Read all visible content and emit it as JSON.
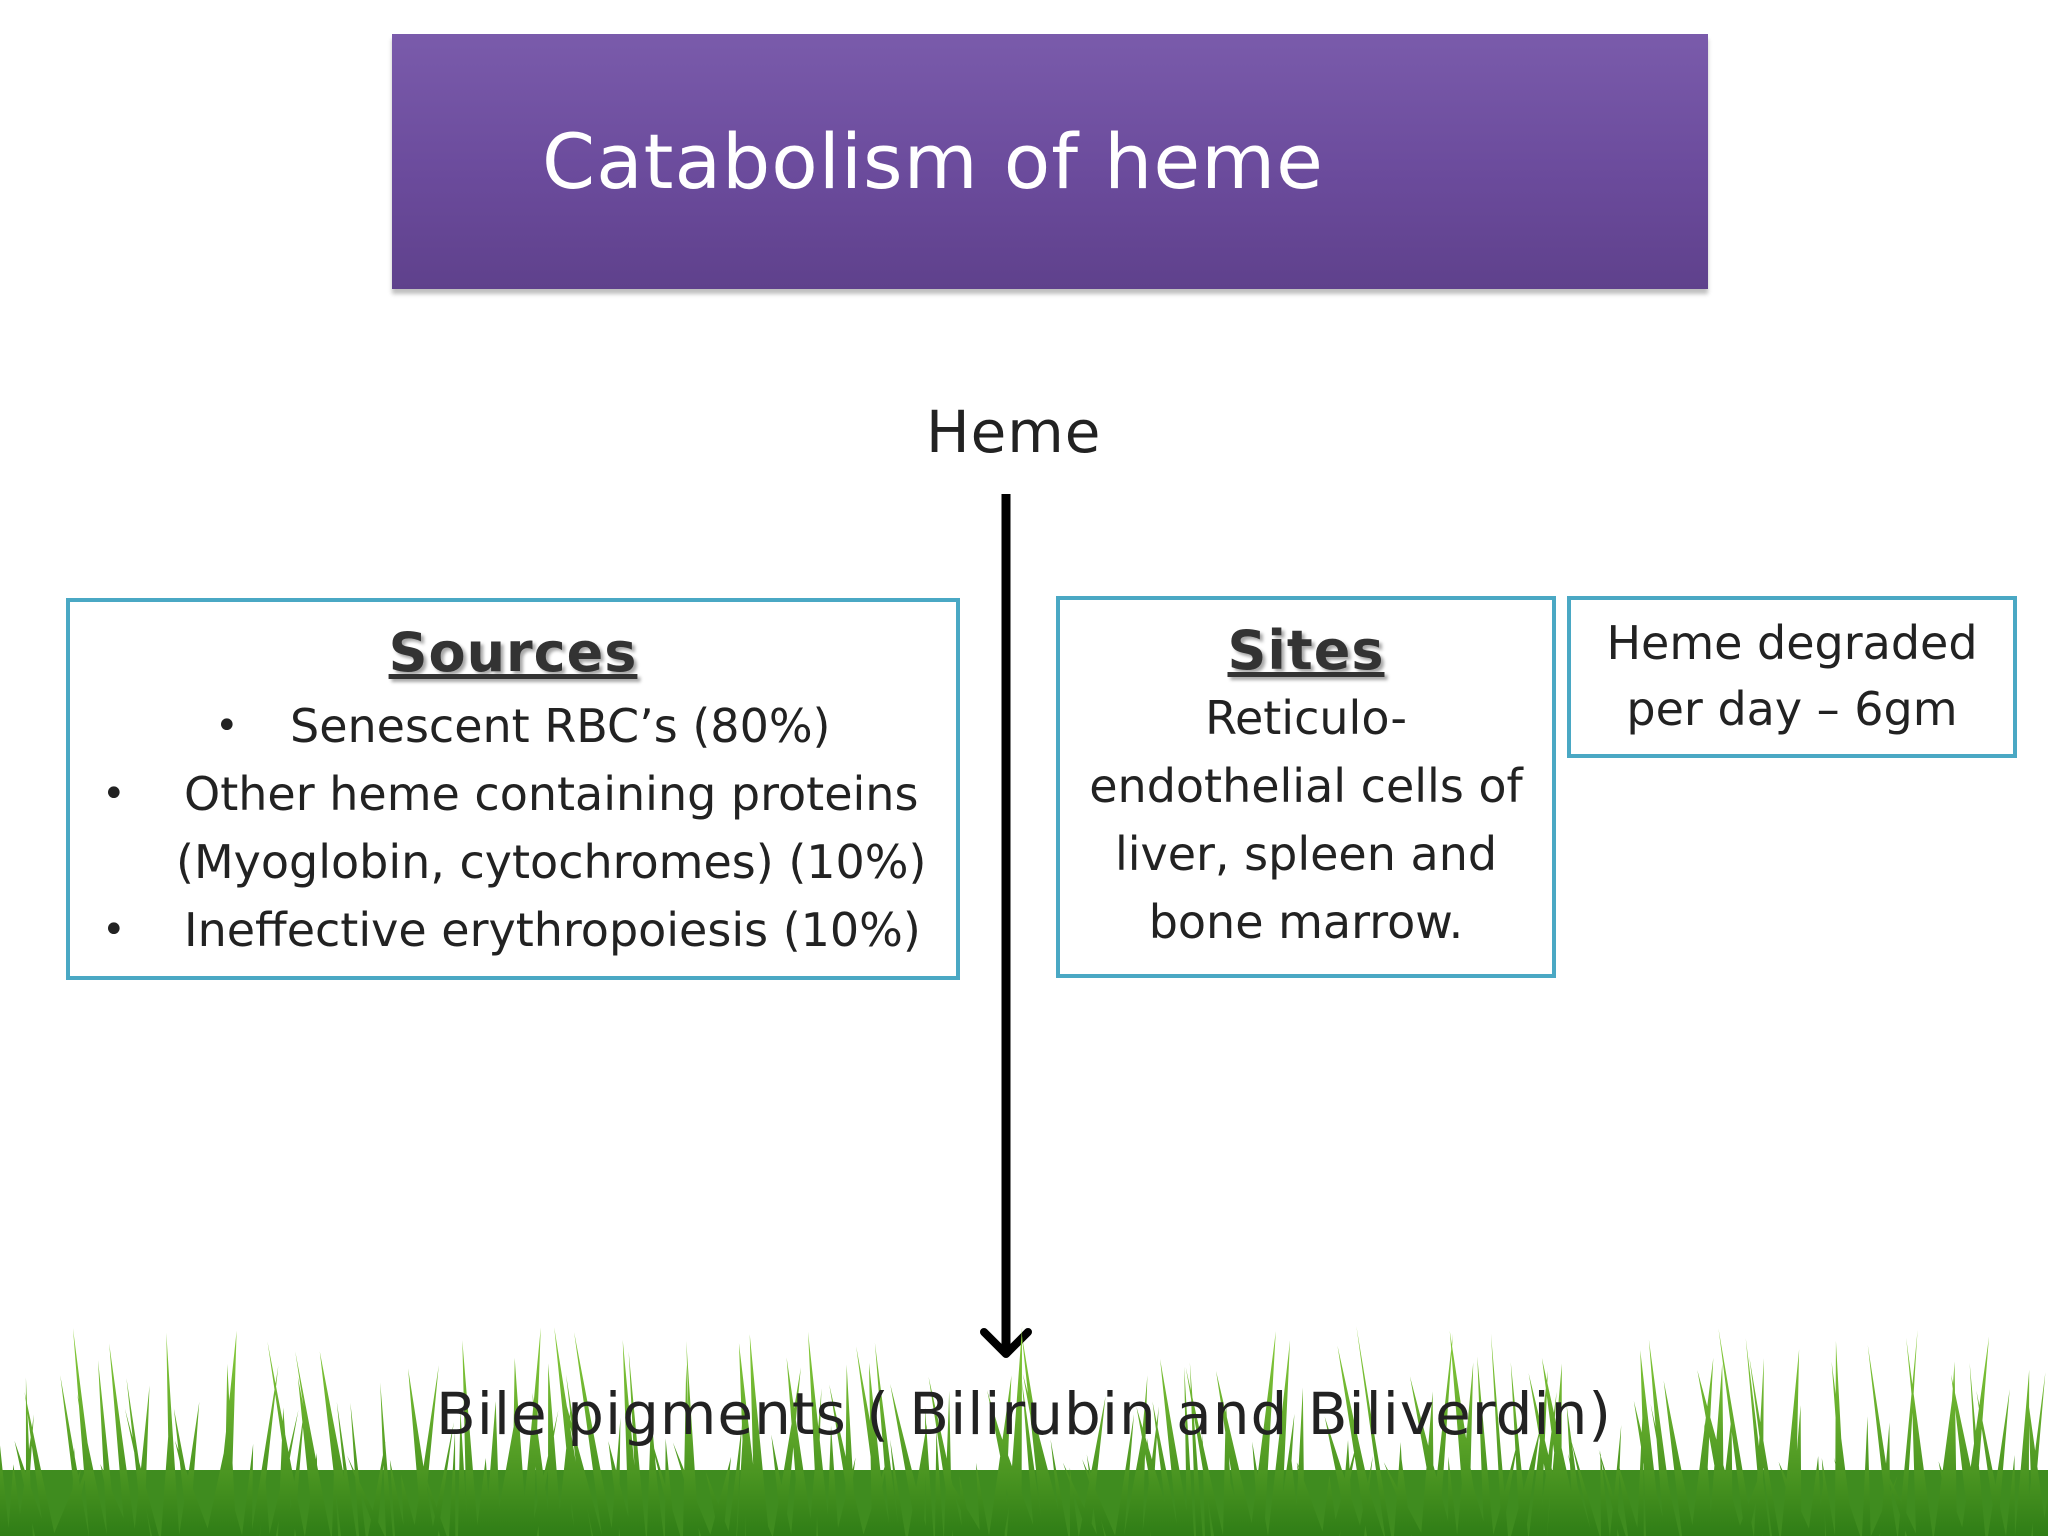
{
  "title": "Catabolism of heme",
  "top_node": "Heme",
  "bottom_node": "Bile pigments ( Bilirubin and Biliverdin)",
  "sources": {
    "heading": "Sources",
    "items": [
      "Senescent RBC’s (80%)",
      "Other heme containing proteins",
      "(Myoglobin, cytochromes) (10%)",
      "Ineffective erythropoiesis (10%)"
    ]
  },
  "sites": {
    "heading": "Sites",
    "lines": [
      "Reticulo-",
      "endothelial cells of",
      "liver, spleen and",
      "bone marrow."
    ]
  },
  "degraded": {
    "lines": [
      "Heme degraded",
      "per day – 6gm"
    ]
  },
  "colors": {
    "title_bar": "#6b4b9c",
    "box_border": "#4aa8c4",
    "grass": "#4e9a2a"
  }
}
